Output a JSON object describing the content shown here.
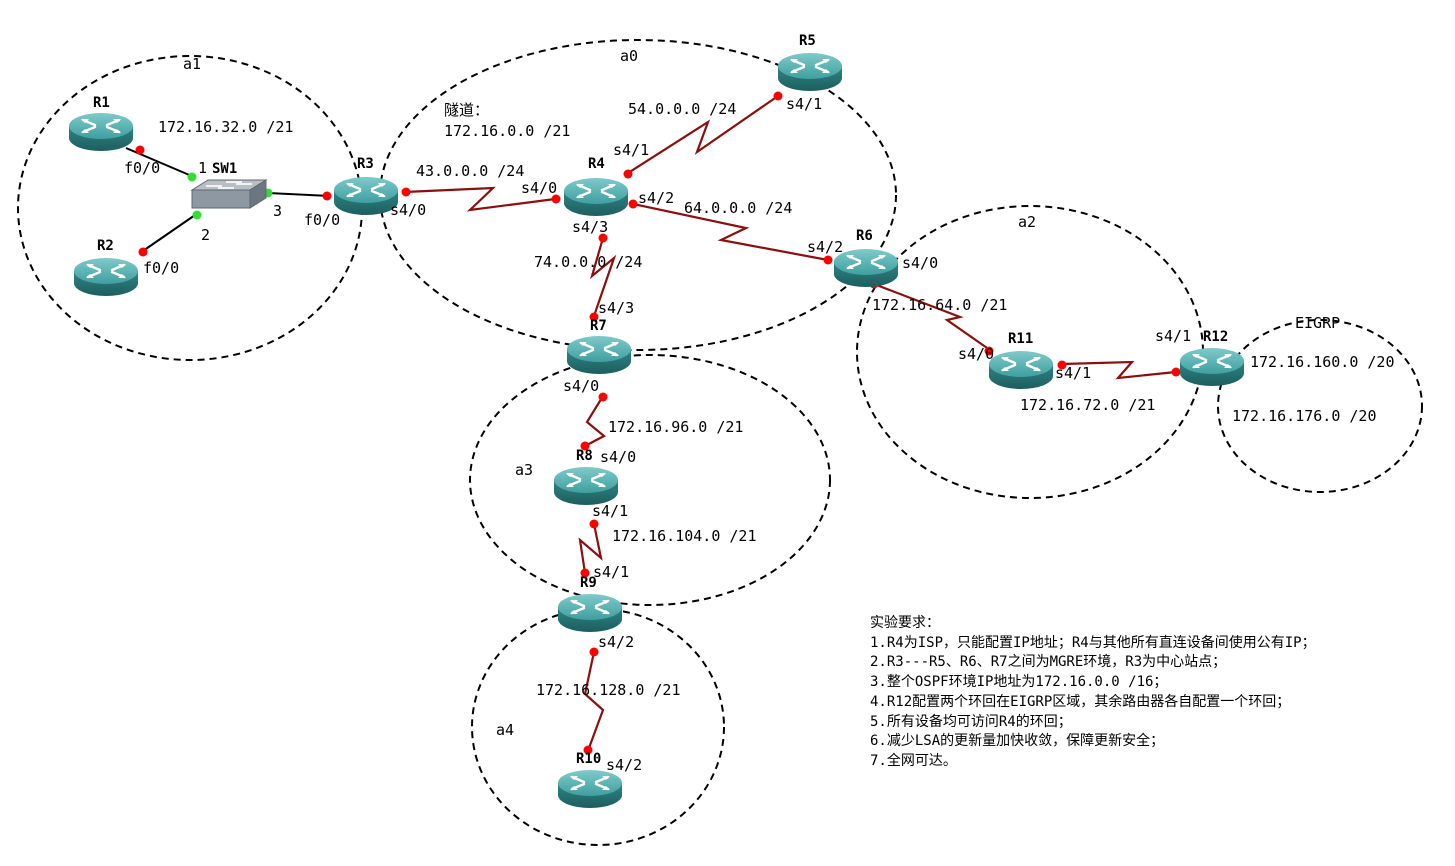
{
  "areas": {
    "a1": "a1",
    "a0": "a0",
    "a2": "a2",
    "a3": "a3",
    "a4": "a4",
    "eigrp": "EIGRP"
  },
  "devices": {
    "R1": "R1",
    "R2": "R2",
    "SW1": "SW1",
    "R3": "R3",
    "R4": "R4",
    "R5": "R5",
    "R6": "R6",
    "R7": "R7",
    "R8": "R8",
    "R9": "R9",
    "R10": "R10",
    "R11": "R11",
    "R12": "R12"
  },
  "networks": {
    "n_32": "172.16.32.0 /21",
    "tunnel_title": "隧道：",
    "tunnel_net": "172.16.0.0 /21",
    "n_43": "43.0.0.0 /24",
    "n_54": "54.0.0.0 /24",
    "n_64": "64.0.0.0 /24",
    "n_74": "74.0.0.0 /24",
    "n_r6r11": "172.16.64.0 /21",
    "n_r11r12": "172.16.72.0 /21",
    "n_160": "172.16.160.0 /20",
    "n_176": "172.16.176.0 /20",
    "n_96": "172.16.96.0 /21",
    "n_104": "172.16.104.0 /21",
    "n_128": "172.16.128.0 /21"
  },
  "ports": {
    "r1_f00": "f0/0",
    "r2_f00": "f0/0",
    "sw1_p1": "1",
    "sw1_p2": "2",
    "sw1_p3": "3",
    "r3_f00": "f0/0",
    "r3_s40": "s4/0",
    "r4_s40": "s4/0",
    "r4_s41": "s4/1",
    "r4_s42": "s4/2",
    "r4_s43": "s4/3",
    "r5_s41": "s4/1",
    "r6_s42": "s4/2",
    "r6_s40": "s4/0",
    "r7_s43": "s4/3",
    "r7_s40": "s4/0",
    "r8_s40": "s4/0",
    "r8_s41": "s4/1",
    "r9_s41": "s4/1",
    "r9_s42": "s4/2",
    "r10_s42": "s4/2",
    "r11_s40": "s4/0",
    "r11_s41": "s4/1",
    "r12_s41": "s4/1"
  },
  "requirements": {
    "title": "实验要求：",
    "items": [
      "1.R4为ISP，只能配置IP地址；R4与其他所有直连设备间使用公有IP；",
      "2.R3---R5、R6、R7之间为MGRE环境，R3为中心站点；",
      "3.整个OSPF环境IP地址为172.16.0.0 /16；",
      "4.R12配置两个环回在EIGRP区域，其余路由器各自配置一个环回；",
      "5.所有设备均可访问R4的环回；",
      "6.减少LSA的更新量加快收敛，保障更新安全；",
      "7.全网可达。"
    ]
  },
  "colors": {
    "serial_link": "#8b0f0f",
    "ethernet_link": "#000000",
    "port_serial": "#ff0000",
    "port_switch": "#33dd33",
    "router_body": "#2e8b8b"
  }
}
